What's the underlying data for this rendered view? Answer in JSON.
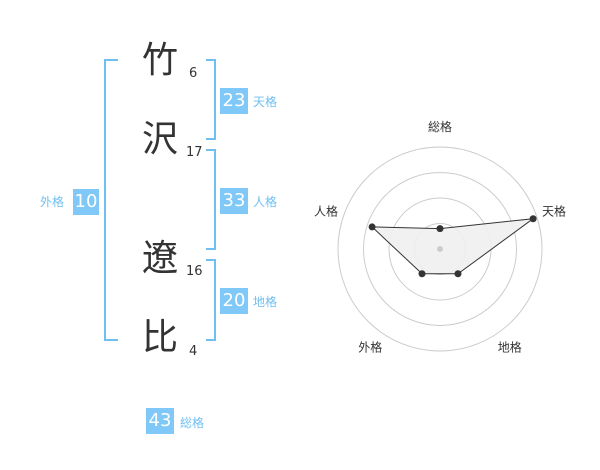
{
  "name": {
    "chars": [
      {
        "char": "竹",
        "strokes": "6"
      },
      {
        "char": "沢",
        "strokes": "17"
      },
      {
        "char": "遼",
        "strokes": "16"
      },
      {
        "char": "比",
        "strokes": "4"
      }
    ]
  },
  "fortune": {
    "tenkaku": {
      "label": "天格",
      "value": "23"
    },
    "jinkaku": {
      "label": "人格",
      "value": "33"
    },
    "chikaku": {
      "label": "地格",
      "value": "20"
    },
    "gaikaku": {
      "label": "外格",
      "value": "10"
    },
    "soukaku": {
      "label": "総格",
      "value": "43"
    }
  },
  "chart_data": {
    "type": "radar",
    "axes": [
      "総格",
      "天格",
      "地格",
      "外格",
      "人格"
    ],
    "rings": 4,
    "max": 5,
    "values": [
      1.0,
      4.8,
      1.5,
      1.5,
      3.5
    ],
    "center_marker_color": "#cccccc",
    "fill_color": "#efefef",
    "line_color": "#333333",
    "grid_color": "#cccccc"
  },
  "colors": {
    "accent": "#7fc8f7",
    "bracket": "#6fbff2",
    "text": "#333333"
  }
}
